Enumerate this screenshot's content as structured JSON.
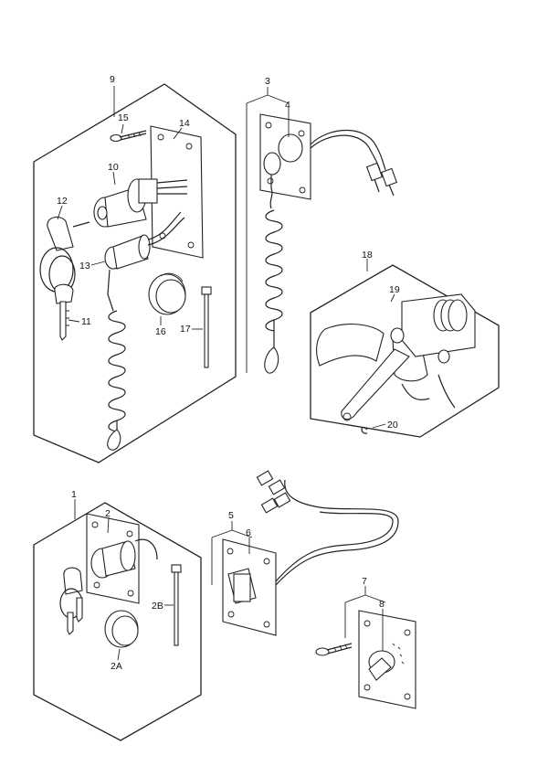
{
  "callouts": {
    "c1": "1",
    "c2": "2",
    "c2a": "2A",
    "c2b": "2B",
    "c3": "3",
    "c4": "4",
    "c5": "5",
    "c6": "6",
    "c7": "7",
    "c8": "8",
    "c9": "9",
    "c10": "10",
    "c11": "11",
    "c12": "12",
    "c13": "13",
    "c14": "14",
    "c15": "15",
    "c16": "16",
    "c17": "17",
    "c18": "18",
    "c19": "19",
    "c20": "20"
  }
}
